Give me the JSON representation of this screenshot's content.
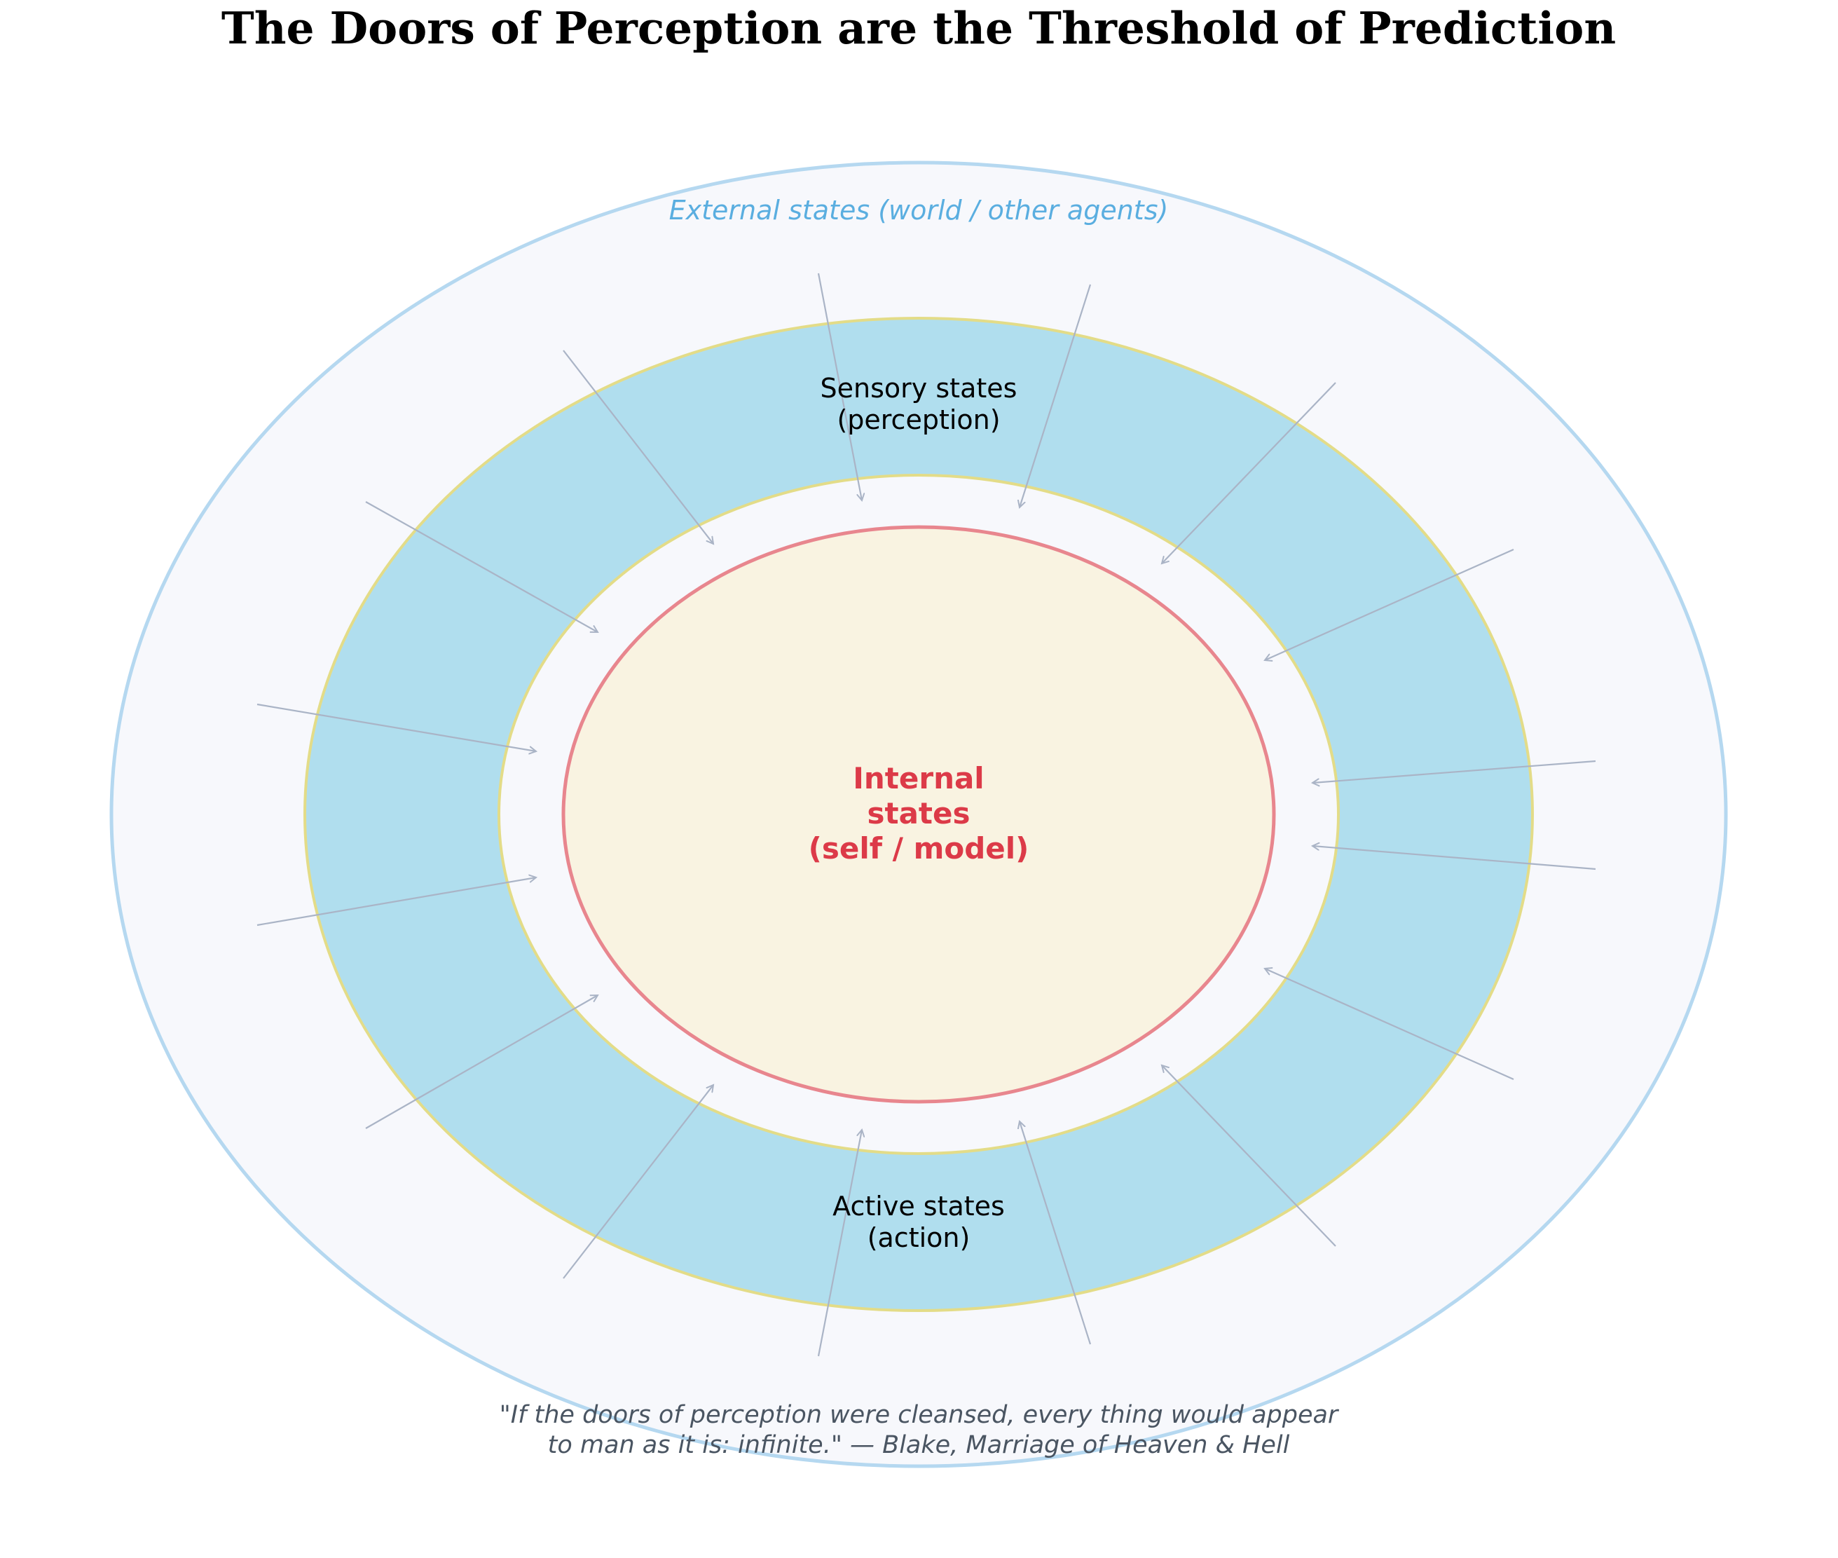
{
  "title": "The Doors of Perception are the Threshold of Prediction",
  "external": {
    "label": "External states (world / other agents)"
  },
  "sensory": {
    "line1": "Sensory states",
    "line2": "(perception)"
  },
  "active": {
    "line1": "Active states",
    "line2": "(action)"
  },
  "internal": {
    "line1": "Internal",
    "line2": "states",
    "line3": "(self / model)"
  },
  "quote": {
    "line1": "\"If the doors of perception were cleansed, every thing would appear",
    "line2": "to man as it is: infinite.\" — Blake, Marriage of Heaven & Hell"
  },
  "colors": {
    "outer_fill": "#f7f8fc",
    "outer_stroke": "#b5d8f0",
    "ring_fill": "#b0deee",
    "ring_stroke": "#e3dc88",
    "gap_fill": "#f7f8fc",
    "core_fill": "#f9f3e1",
    "core_stroke": "#e8868e",
    "internal_text": "#dc3a48",
    "external_text": "#5aaee0",
    "quote_text": "#4a5562",
    "arrow": "#aab4c6"
  },
  "arrows": {
    "count": 16
  }
}
